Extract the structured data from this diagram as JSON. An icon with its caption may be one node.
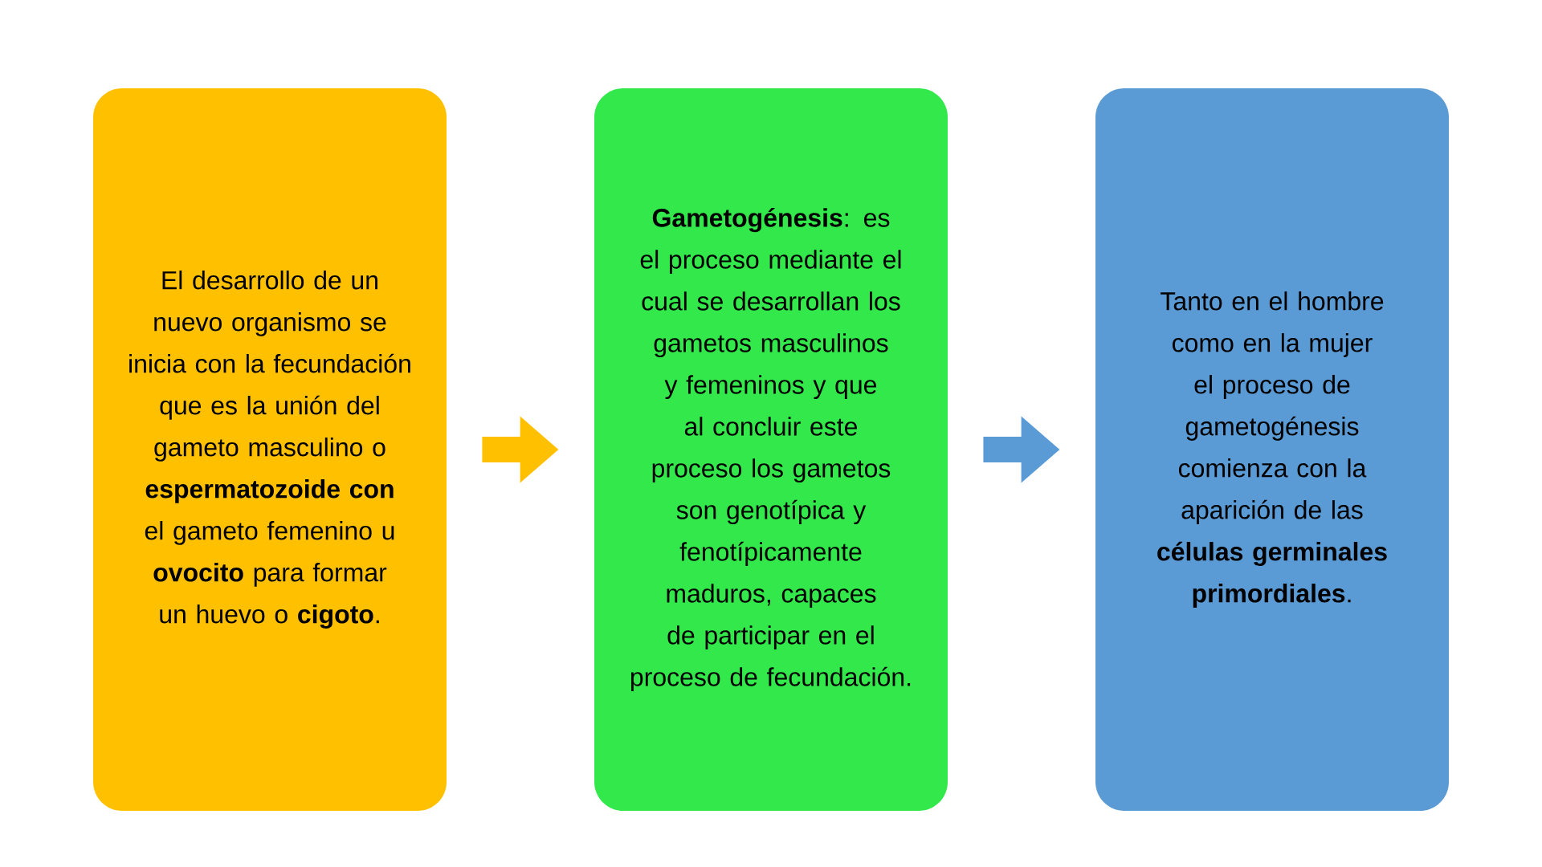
{
  "diagram": {
    "nodes": [
      {
        "text": [
          "El desarrollo de un nuevo organismo se inicia con la fecundación que es la unión del gameto masculino o **espermatozoide con** el gameto femenino u **ovocito** para formar un huevo o **cigoto**."
        ]
      },
      {
        "text": [
          "**Gametogénesis**: es el proceso mediante el cual se desarrollan los gametos masculinos y femeninos y que al concluir este proceso los gametos son genotípica y fenotípicamente maduros, capaces de participar en el proceso de fecundación."
        ]
      },
      {
        "text": [
          "Tanto en el hombre como en la mujer el proceso de gametogénesis comienza con la aparición de las **células germinales primordiales**."
        ]
      }
    ],
    "edges": [
      {
        "from": 0,
        "to": 1,
        "arrow": "to",
        "color": "#ffc000"
      },
      {
        "from": 1,
        "to": 2,
        "arrow": "to",
        "color": "#5b9bd5"
      }
    ]
  }
}
